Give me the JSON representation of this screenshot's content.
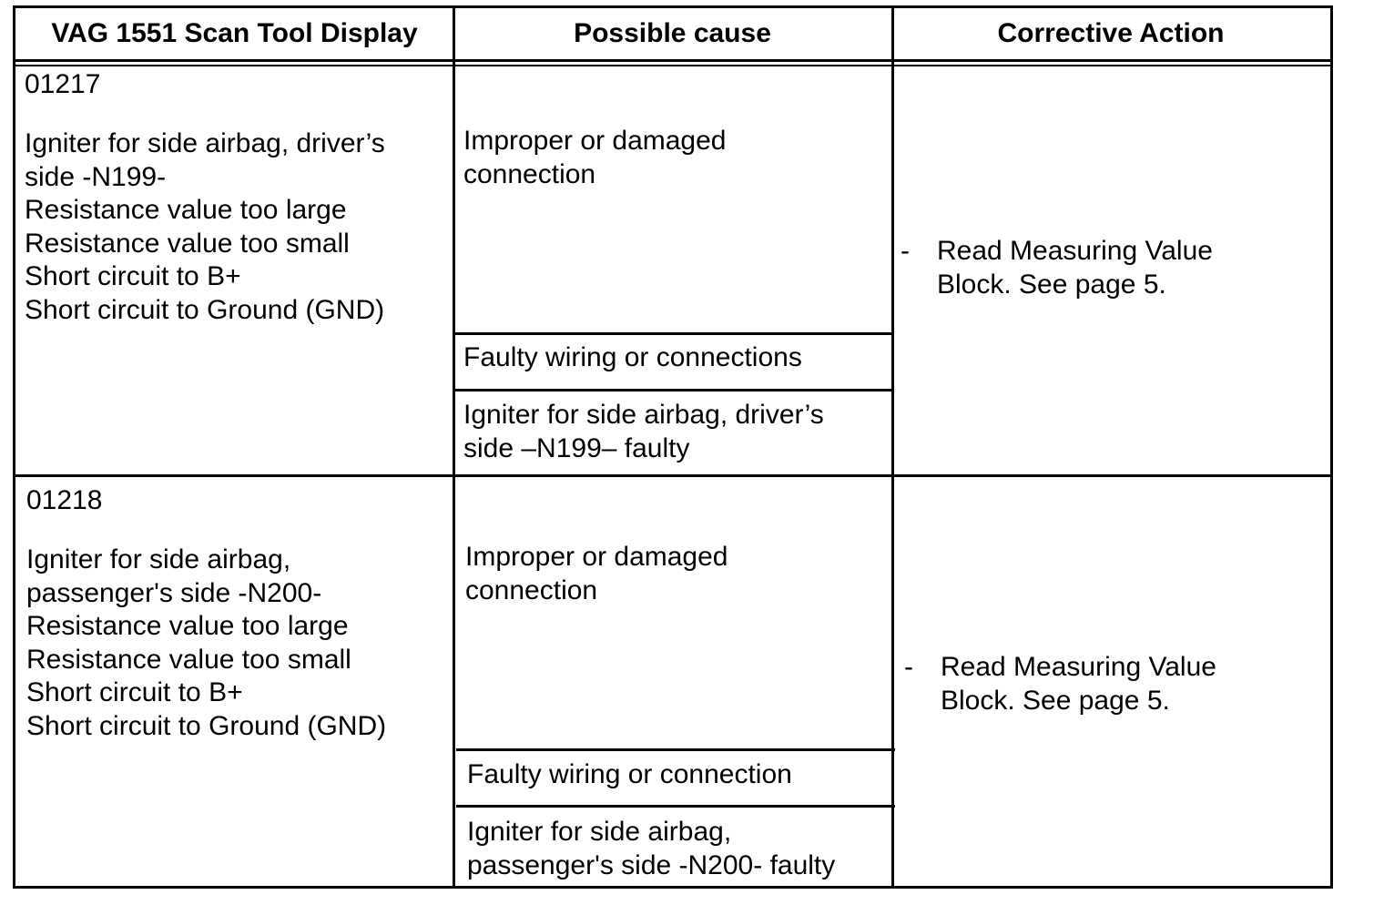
{
  "header": {
    "col1": "VAG 1551 Scan Tool Display",
    "col2": "Possible cause",
    "col3": "Corrective Action"
  },
  "rows": [
    {
      "code": "01217",
      "display_lines": [
        "Igniter for side airbag, driver’s",
        "side -N199-",
        "Resistance value too large",
        "Resistance value too small",
        "Short circuit to B+",
        "Short circuit to Ground (GND)"
      ],
      "causes": [
        {
          "lines": [
            "Improper or damaged",
            "connection"
          ]
        },
        {
          "lines": [
            "Faulty wiring or connections"
          ]
        },
        {
          "lines": [
            "Igniter for side airbag, driver’s",
            "side –N199– faulty"
          ]
        }
      ],
      "action": {
        "bullet": "-",
        "lines": [
          "Read Measuring Value",
          "Block.  See page 5."
        ]
      }
    },
    {
      "code": "01218",
      "display_lines": [
        "Igniter for side airbag,",
        "passenger's side -N200-",
        "Resistance value too large",
        "Resistance value too small",
        "Short circuit to B+",
        "Short circuit to Ground (GND)"
      ],
      "causes": [
        {
          "lines": [
            "Improper or damaged",
            "connection"
          ]
        },
        {
          "lines": [
            "Faulty wiring or connection"
          ]
        },
        {
          "lines": [
            "Igniter for side airbag,",
            "passenger's side -N200- faulty"
          ]
        }
      ],
      "action": {
        "bullet": "-",
        "lines": [
          "Read Measuring Value",
          "Block. See page 5."
        ]
      }
    }
  ]
}
